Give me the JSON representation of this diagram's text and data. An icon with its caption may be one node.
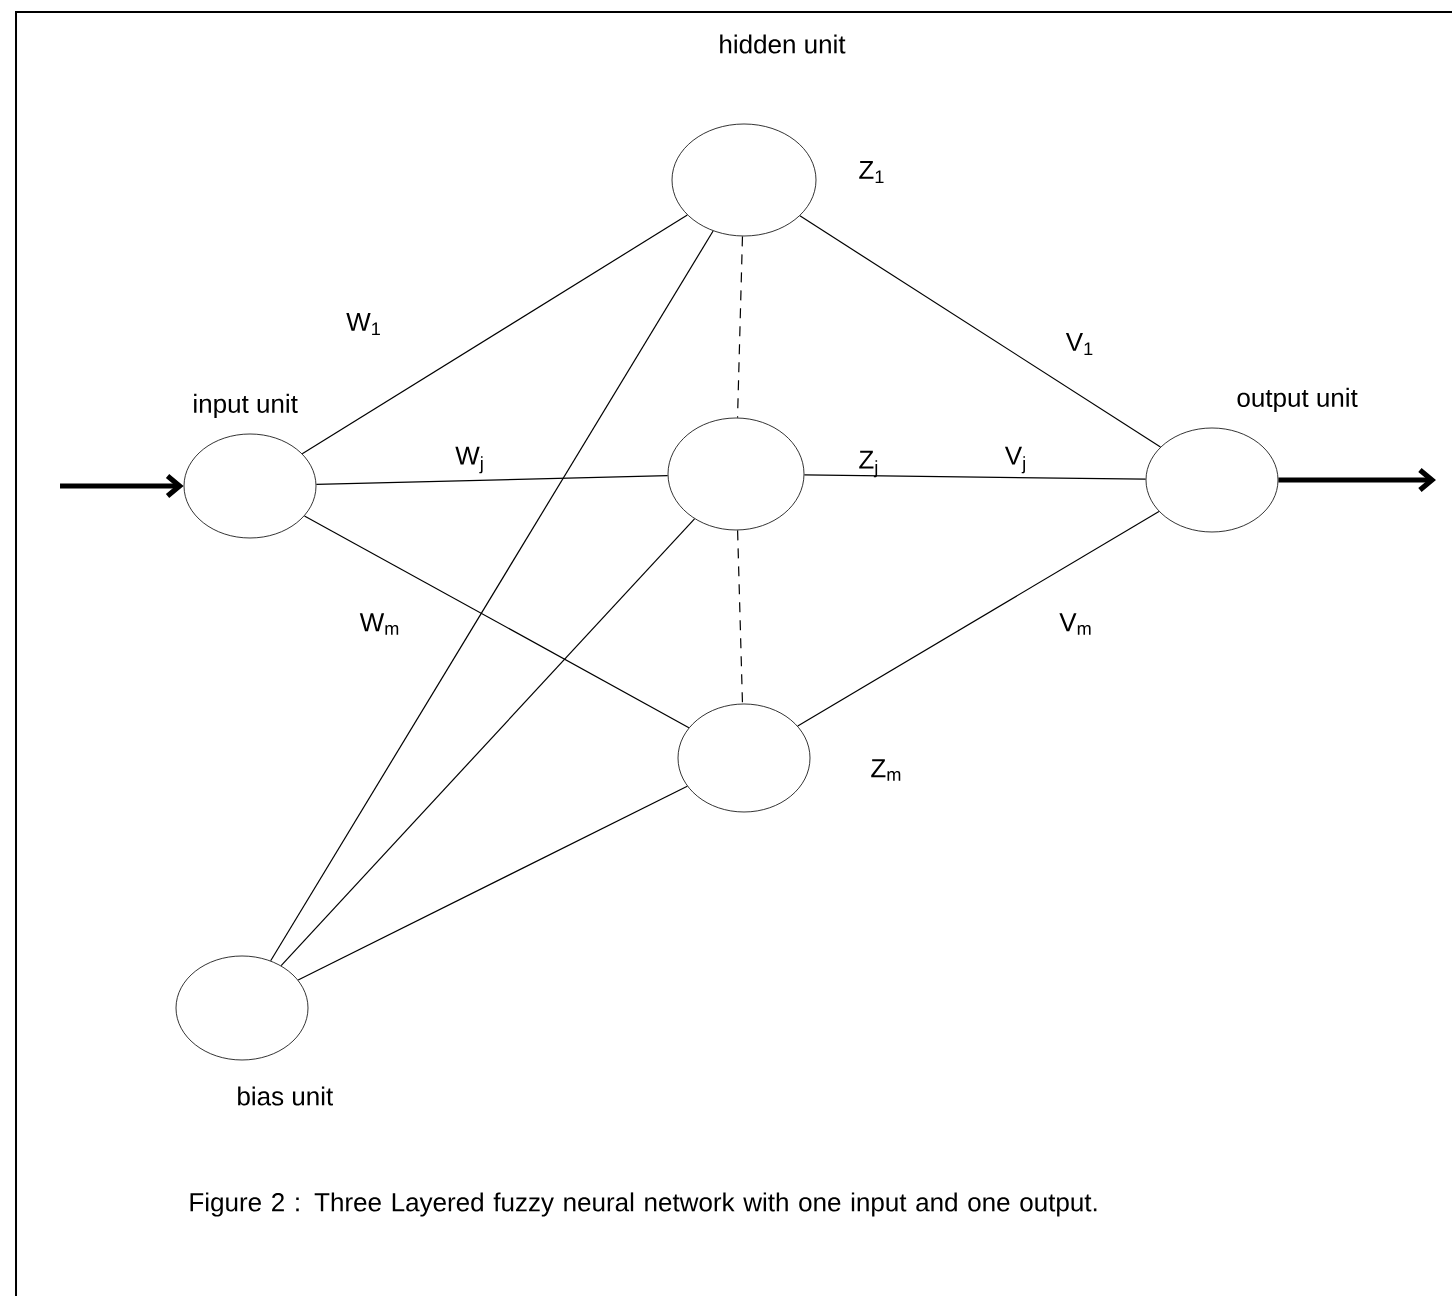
{
  "diagram": {
    "caption": "Figure 2 : Three Layered fuzzy neural network with one input and one output.",
    "nodes": [
      {
        "text": [],
        "shape": "circle",
        "beside": [
          "input unit"
        ]
      },
      {
        "text": [],
        "shape": "circle",
        "beside": [
          "hidden unit",
          "Z$_{1}$"
        ]
      },
      {
        "text": [],
        "shape": "circle",
        "beside": [
          "Z$_{j}$"
        ]
      },
      {
        "text": [],
        "shape": "circle",
        "beside": [
          "Z$_{m}$"
        ]
      },
      {
        "text": [],
        "shape": "circle",
        "beside": [
          "output unit"
        ]
      },
      {
        "text": [],
        "shape": "circle",
        "beside": [
          "bias unit"
        ]
      }
    ],
    "edges": [
      {
        "from": null,
        "to": 0,
        "arrow": "to",
        "style": "thick"
      },
      {
        "from": 0,
        "to": 1,
        "arrow": "none",
        "label": "W$_{1}$"
      },
      {
        "from": 0,
        "to": 2,
        "arrow": "none",
        "label": "W$_{j}$"
      },
      {
        "from": 0,
        "to": 3,
        "arrow": "none",
        "label": "W$_{m}$"
      },
      {
        "from": 1,
        "to": 2,
        "arrow": "none",
        "style": "dashed"
      },
      {
        "from": 2,
        "to": 3,
        "arrow": "none",
        "style": "dashed"
      },
      {
        "from": 1,
        "to": 4,
        "arrow": "none",
        "label": "V$_{1}$"
      },
      {
        "from": 2,
        "to": 4,
        "arrow": "none",
        "label": "V$_{j}$"
      },
      {
        "from": 3,
        "to": 4,
        "arrow": "none",
        "label": "V$_{m}$"
      },
      {
        "from": 5,
        "to": 1,
        "arrow": "none"
      },
      {
        "from": 5,
        "to": 2,
        "arrow": "none"
      },
      {
        "from": 5,
        "to": 3,
        "arrow": "none"
      },
      {
        "from": 4,
        "to": null,
        "arrow": "to",
        "style": "thick"
      }
    ]
  }
}
